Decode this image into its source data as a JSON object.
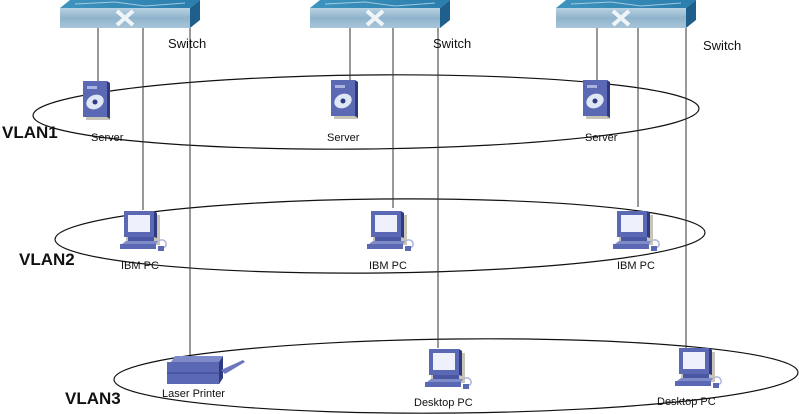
{
  "diagram": {
    "switches": [
      {
        "label": "Switch"
      },
      {
        "label": "Switch"
      },
      {
        "label": "Switch"
      }
    ],
    "vlans": [
      {
        "label": "VLAN1"
      },
      {
        "label": "VLAN2"
      },
      {
        "label": "VLAN3"
      }
    ],
    "devices": {
      "vlan1": [
        {
          "type": "server-icon",
          "label": "Server"
        },
        {
          "type": "server-icon",
          "label": "Server"
        },
        {
          "type": "server-icon",
          "label": "Server"
        }
      ],
      "vlan2": [
        {
          "type": "pc-icon",
          "label": "IBM PC"
        },
        {
          "type": "pc-icon",
          "label": "IBM PC"
        },
        {
          "type": "pc-icon",
          "label": "IBM PC"
        }
      ],
      "vlan3": [
        {
          "type": "printer-icon",
          "label": "Laser Printer"
        },
        {
          "type": "pc-icon",
          "label": "Desktop PC"
        },
        {
          "type": "pc-icon",
          "label": "Desktop PC"
        }
      ]
    },
    "colors": {
      "device_blue": "#5a67b0",
      "device_dark": "#2f3a80",
      "switch_top": "#2f89b4",
      "switch_front": "#8fb6cf",
      "switch_side": "#1f5f8c",
      "line": "#333333"
    }
  }
}
